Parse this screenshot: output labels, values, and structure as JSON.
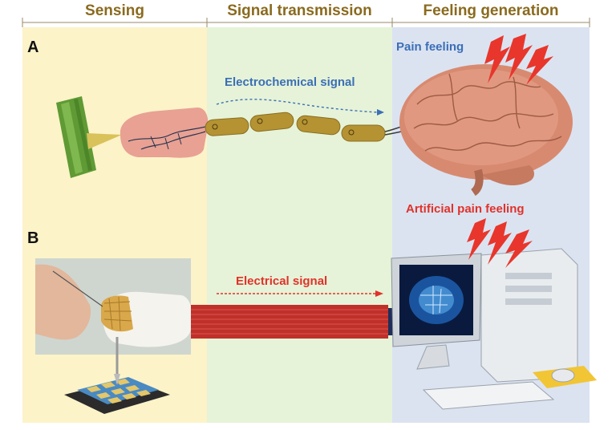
{
  "headers": {
    "sensing": "Sensing",
    "signal_transmission": "Signal transmission",
    "feeling_generation": "Feeling generation"
  },
  "panels": {
    "a": {
      "letter": "A",
      "signal_label": "Electrochemical signal",
      "feeling_label": "Pain feeling"
    },
    "b": {
      "letter": "B",
      "signal_label": "Electrical signal",
      "feeling_label": "Artificial pain feeling"
    }
  },
  "colors": {
    "sensing_bg": "#fcf3c8",
    "signal_bg": "#e6f3d8",
    "feeling_bg": "#dbe3f1",
    "header_text": "#8a6a1e",
    "blue_label": "#3b6fb6",
    "red_label": "#e0322a"
  }
}
